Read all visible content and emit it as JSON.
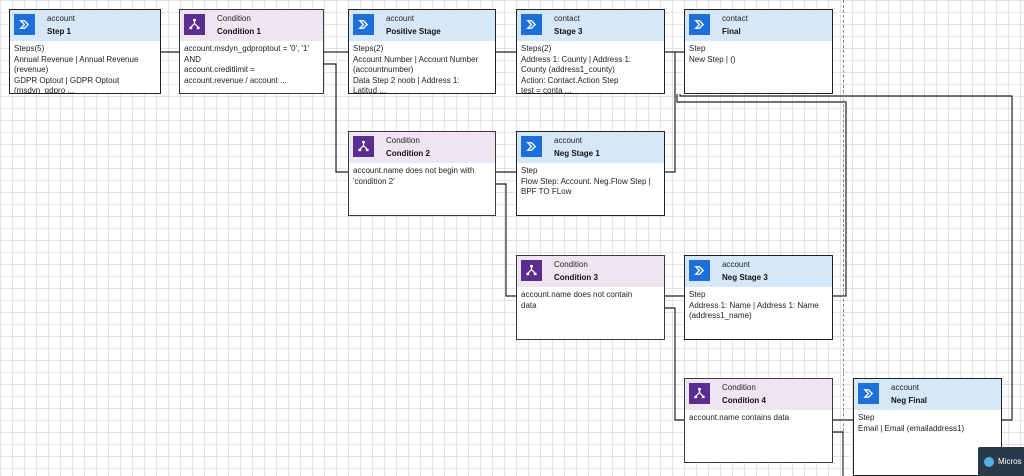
{
  "nodes": {
    "step1": {
      "entity": "account",
      "title": "Step 1",
      "lines": [
        "Steps(5)",
        "Annual Revenue | Annual Revenue",
        "(revenue)",
        "GDPR Optout | GDPR Optout",
        "(msdyn_gdpro ..."
      ]
    },
    "cond1": {
      "entity": "Condition",
      "title": "Condition 1",
      "lines": [
        "account.msdyn_gdproptout = '0', '1'",
        "AND",
        "account.creditlimit =",
        "account.revenue / account ..."
      ]
    },
    "positive": {
      "entity": "account",
      "title": "Positive Stage",
      "lines": [
        "Steps(2)",
        "Account Number | Account Number",
        "(accountnumber)",
        "Data Step 2 noob | Address 1:",
        "Latitud ..."
      ]
    },
    "stage3": {
      "entity": "contact",
      "title": "Stage 3",
      "lines": [
        "Steps(2)",
        "Address 1: County | Address 1:",
        "County (address1_county)",
        "Action: Contact.Action Step",
        "test = conta ..."
      ]
    },
    "final": {
      "entity": "contact",
      "title": "Final",
      "lines": [
        "Step",
        "New Step |  ()"
      ]
    },
    "cond2": {
      "entity": "Condition",
      "title": "Condition 2",
      "lines": [
        "account.name does not begin with",
        "'condition 2'"
      ]
    },
    "neg1": {
      "entity": "account",
      "title": "Neg Stage 1",
      "lines": [
        "Step",
        "Flow Step: Account. Neg.Flow Step |",
        "BPF TO FLow"
      ]
    },
    "cond3": {
      "entity": "Condition",
      "title": "Condition 3",
      "lines": [
        "account.name does not contain",
        "data"
      ]
    },
    "neg3": {
      "entity": "account",
      "title": "Neg Stage 3",
      "lines": [
        "Step",
        "Address 1: Name | Address 1: Name",
        "(address1_name)"
      ]
    },
    "cond4": {
      "entity": "Condition",
      "title": "Condition 4",
      "lines": [
        "account.name contains data"
      ]
    },
    "negfinal": {
      "entity": "account",
      "title": "Neg Final",
      "lines": [
        "Step",
        "Email | Email (emailaddress1)"
      ]
    }
  },
  "toast": {
    "label": "Micros"
  },
  "colors": {
    "stage_badge": "#1e6fd9",
    "condition_badge": "#5c2d91",
    "stage_header": "#d6e8f8",
    "condition_header": "#ede6f0"
  },
  "icons": {
    "stage": "stage-flow-icon",
    "condition": "branch-condition-icon"
  }
}
